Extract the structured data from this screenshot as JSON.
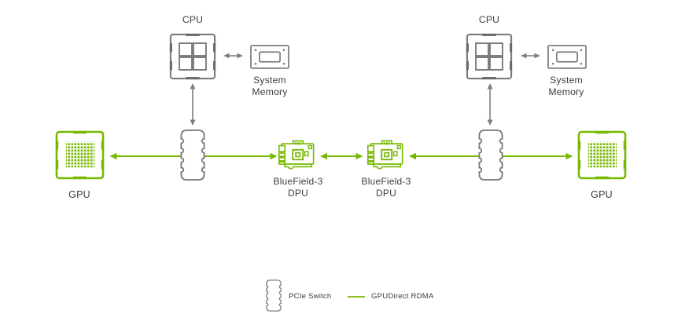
{
  "clusters": {
    "left": {
      "cpu_label": "CPU",
      "system_memory_label_line1": "System",
      "system_memory_label_line2": "Memory",
      "gpu_label": "GPU",
      "dpu_label_line1": "BlueField-3",
      "dpu_label_line2": "DPU"
    },
    "right": {
      "cpu_label": "CPU",
      "system_memory_label_line1": "System",
      "system_memory_label_line2": "Memory",
      "gpu_label": "GPU",
      "dpu_label_line1": "BlueField-3",
      "dpu_label_line2": "DPU"
    }
  },
  "legend": {
    "pcie_switch_label": "PCIe Switch",
    "gpudirect_rdma_label": "GPUDirect RDMA"
  },
  "colors": {
    "nvidia_green": "#76B900",
    "outline_gray": "#7C7C7C",
    "arrow_gray": "#7E7E7E",
    "text": "#3D3D3D",
    "background": "#FFFFFF"
  },
  "icons": {
    "cpu": "cpu-socket-icon",
    "system_memory": "memory-module-icon",
    "gpu": "gpu-chip-icon",
    "dpu": "nic-card-icon",
    "pcie_switch": "pcie-switch-chip-icon",
    "gpudirect_rdma": "green-link-line"
  }
}
